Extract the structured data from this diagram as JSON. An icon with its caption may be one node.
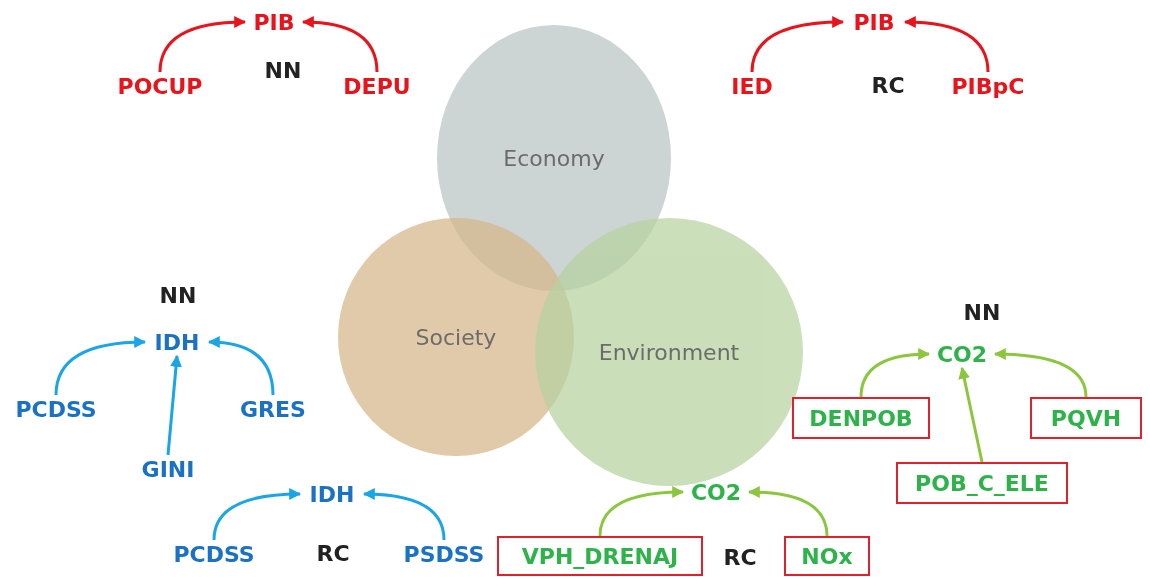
{
  "diagram": {
    "nodes": [
      {
        "text": [
          "Economy"
        ]
      },
      {
        "text": [
          "Society"
        ]
      },
      {
        "text": [
          "Environment"
        ]
      },
      {
        "text": [
          "PIB"
        ]
      },
      {
        "text": [
          "POCUP"
        ]
      },
      {
        "text": [
          "DEPU"
        ]
      },
      {
        "text": [
          "PIB"
        ]
      },
      {
        "text": [
          "IED"
        ]
      },
      {
        "text": [
          "PIBpC"
        ]
      },
      {
        "text": [
          "IDH"
        ]
      },
      {
        "text": [
          "PCDSS"
        ]
      },
      {
        "text": [
          "GRES"
        ]
      },
      {
        "text": [
          "GINI"
        ]
      },
      {
        "text": [
          "IDH"
        ]
      },
      {
        "text": [
          "PCDSS"
        ]
      },
      {
        "text": [
          "PSDSS"
        ]
      },
      {
        "text": [
          "CO2"
        ]
      },
      {
        "text": [
          "DENPOB"
        ]
      },
      {
        "text": [
          "PQVH"
        ]
      },
      {
        "text": [
          "POB_C_ELE"
        ]
      },
      {
        "text": [
          "CO2"
        ]
      },
      {
        "text": [
          "VPH_DRENAJ"
        ]
      },
      {
        "text": [
          "NOx"
        ]
      }
    ],
    "edges": [
      {
        "from": 4,
        "to": 3,
        "arrow": "to",
        "color": "#e8141c"
      },
      {
        "from": 5,
        "to": 3,
        "arrow": "to",
        "color": "#e8141c"
      },
      {
        "from": 7,
        "to": 6,
        "arrow": "to",
        "color": "#e8141c"
      },
      {
        "from": 8,
        "to": 6,
        "arrow": "to",
        "color": "#e8141c"
      },
      {
        "from": 10,
        "to": 9,
        "arrow": "to",
        "color": "#1aa5e6"
      },
      {
        "from": 11,
        "to": 9,
        "arrow": "to",
        "color": "#1aa5e6"
      },
      {
        "from": 12,
        "to": 9,
        "arrow": "to",
        "color": "#1aa5e6"
      },
      {
        "from": 14,
        "to": 13,
        "arrow": "to",
        "color": "#1aa5e6"
      },
      {
        "from": 15,
        "to": 13,
        "arrow": "to",
        "color": "#1aa5e6"
      },
      {
        "from": 17,
        "to": 16,
        "arrow": "to",
        "color": "#8cc63f"
      },
      {
        "from": 18,
        "to": 16,
        "arrow": "to",
        "color": "#8cc63f"
      },
      {
        "from": 19,
        "to": 16,
        "arrow": "to",
        "color": "#8cc63f"
      },
      {
        "from": 21,
        "to": 20,
        "arrow": "to",
        "color": "#8cc63f"
      },
      {
        "from": 22,
        "to": 20,
        "arrow": "to",
        "color": "#8cc63f"
      }
    ],
    "labels": [
      "NN",
      "RC",
      "NN",
      "NN",
      "RC",
      "RC"
    ]
  }
}
